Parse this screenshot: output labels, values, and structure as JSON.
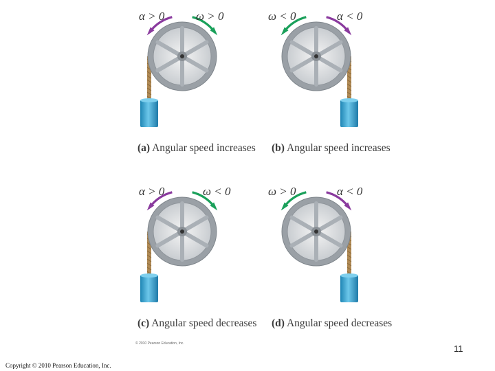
{
  "colors": {
    "alpha_arrow": "#8a3a9e",
    "omega_arrow": "#1aa05a",
    "cylinder": "#3ba9d4",
    "rope": "#b08a55",
    "wheel": "#9aa0a6"
  },
  "panels": [
    {
      "id": "a",
      "left_symbol": "α > 0",
      "right_symbol": "ω > 0",
      "left_arrow": "alpha",
      "right_arrow": "omega",
      "weight_side": "left",
      "caption_tag": "(a)",
      "caption_text": "Angular speed increases"
    },
    {
      "id": "b",
      "left_symbol": "ω < 0",
      "right_symbol": "α < 0",
      "left_arrow": "omega",
      "right_arrow": "alpha",
      "weight_side": "right",
      "caption_tag": "(b)",
      "caption_text": "Angular speed increases"
    },
    {
      "id": "c",
      "left_symbol": "α > 0",
      "right_symbol": "ω < 0",
      "left_arrow": "alpha",
      "right_arrow": "omega",
      "weight_side": "left",
      "caption_tag": "(c)",
      "caption_text": "Angular speed decreases"
    },
    {
      "id": "d",
      "left_symbol": "ω > 0",
      "right_symbol": "α < 0",
      "left_arrow": "omega",
      "right_arrow": "alpha",
      "weight_side": "right",
      "caption_tag": "(d)",
      "caption_text": "Angular speed decreases"
    }
  ],
  "credit": "© 2010 Pearson Education, Inc.",
  "page_number": "11",
  "copyright": "Copyright © 2010 Pearson Education, Inc."
}
